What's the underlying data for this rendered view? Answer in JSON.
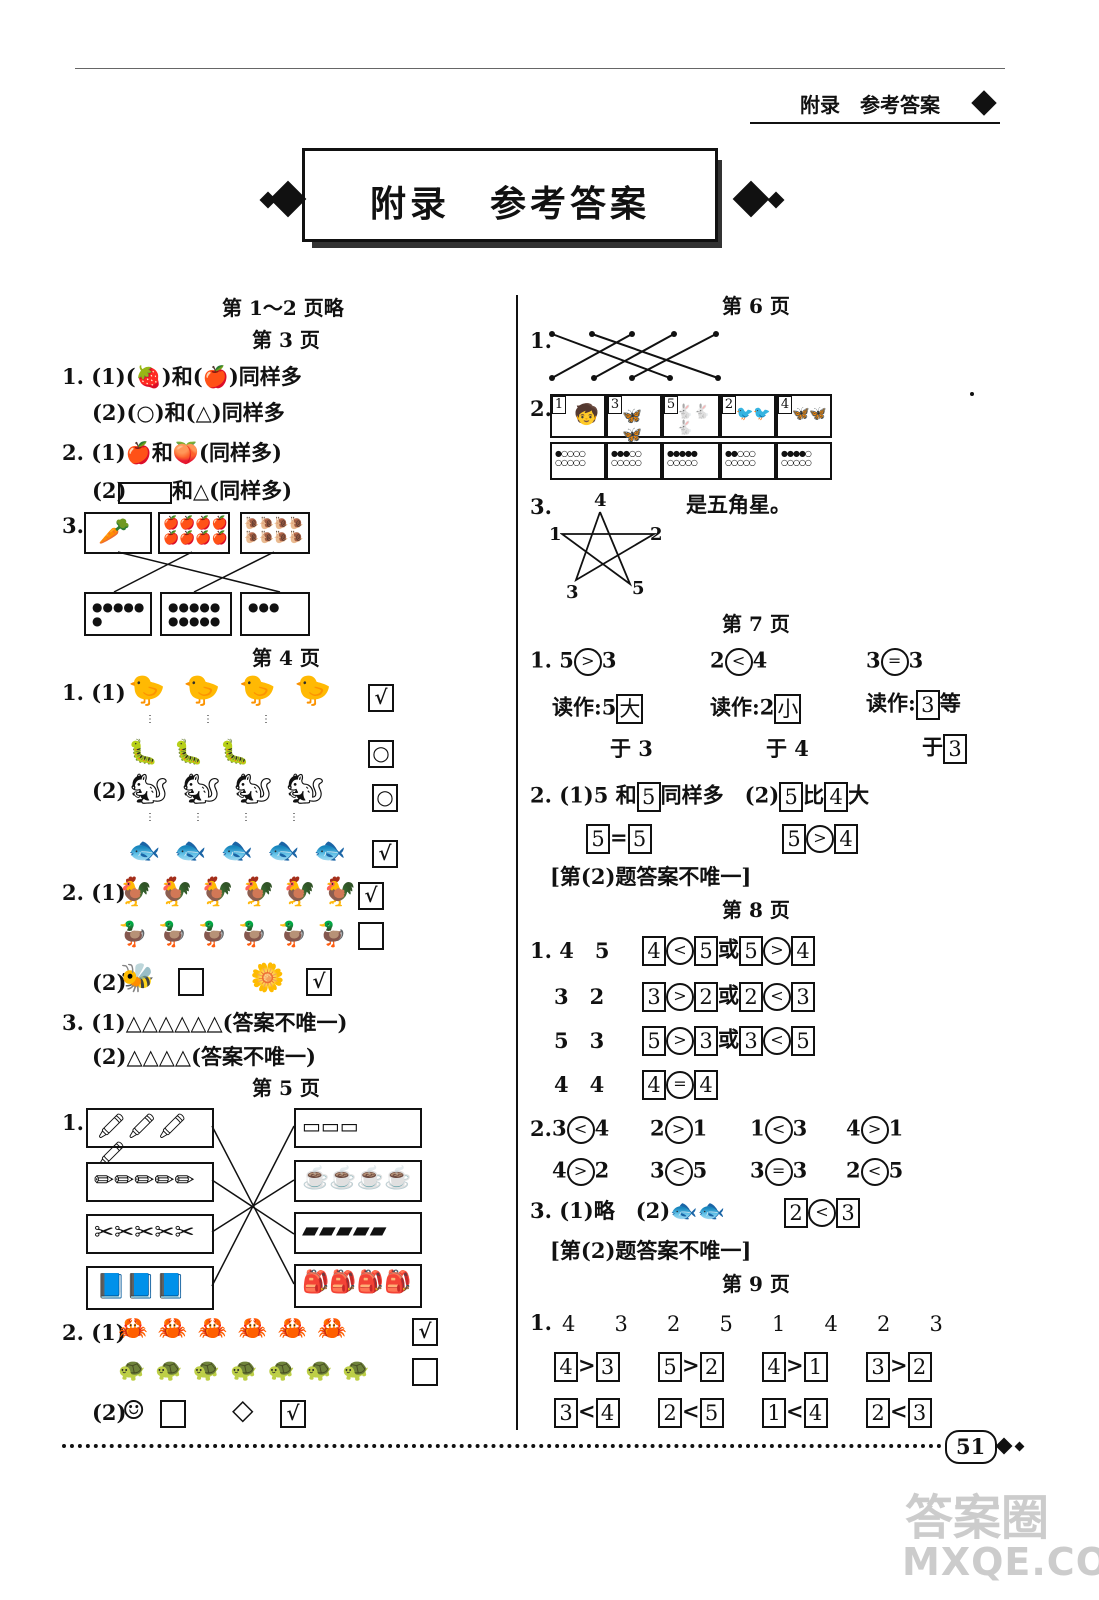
{
  "header": {
    "running_title": "附录　参考答案"
  },
  "banner": {
    "title": "附录　参考答案"
  },
  "left": {
    "p12": "第 1～2 页略",
    "p3": "第 3 页",
    "p3_q1a": "1. (1)(🍓)和(🍎)同样多",
    "p3_q1b": "(2)(○)和(△)同样多",
    "p3_q2a": "2. (1)🍎和🍑(同样多)",
    "p3_q2b_pre": "(2)",
    "p3_q2b_post": "和△(同样多)",
    "p3_q3": "3.",
    "p4": "第 4 页",
    "p4_q1": "1. (1)",
    "p4_q1_2": "(2)",
    "p4_q2": "2. (1)",
    "p4_q2_2": "(2)",
    "p4_q3a": "3. (1)△△△△△△(答案不唯一)",
    "p4_q3b": "(2)△△△△(答案不唯一)",
    "p5": "第 5 页",
    "p5_q1": "1.",
    "p5_q2": "2. (1)",
    "p5_q2_2": "(2)",
    "checks": [
      "√",
      "○",
      "○",
      "√",
      "√",
      "",
      "",
      "√",
      "√",
      "",
      "",
      "√"
    ]
  },
  "right": {
    "p6": "第 6 页",
    "p6_q1": "1.",
    "p6_q2": "2.",
    "p6_q2_nums": [
      "1",
      "3",
      "5",
      "2",
      "4"
    ],
    "p6_q3": "3.",
    "p6_q3_text": "是五角星。",
    "star_nums": [
      "4",
      "1",
      "2",
      "3",
      "5"
    ],
    "p7": "第 7 页",
    "p7_q1": [
      "1. 5",
      "3",
      "2",
      "4",
      "3",
      "3"
    ],
    "p7_q1_syms": [
      ">",
      "<",
      "="
    ],
    "read_label": "读作:",
    "p7_read": [
      [
        "5",
        "大",
        "于 3"
      ],
      [
        "2",
        "小",
        "于 4"
      ],
      [
        "3",
        "等",
        "于",
        "3"
      ]
    ],
    "p7_q2a": "2. (1)5 和",
    "p7_q2a_box": "5",
    "p7_q2a_post": "同样多　(2)",
    "p7_q2b_boxes": [
      "5",
      "4"
    ],
    "p7_q2b_mid": "比",
    "p7_q2b_post": "大",
    "p7_eq": [
      "5",
      "=",
      "5"
    ],
    "p7_cmp": [
      "5",
      ">",
      "4"
    ],
    "note": "[第(2)题答案不唯一]",
    "p8": "第 8 页",
    "p8_rows": [
      {
        "lbl": "1. 4　5",
        "a": [
          "4",
          "<",
          "5"
        ],
        "b": [
          "5",
          ">",
          "4"
        ]
      },
      {
        "lbl": "3　2",
        "a": [
          "3",
          ">",
          "2"
        ],
        "b": [
          "2",
          "<",
          "3"
        ]
      },
      {
        "lbl": "5　3",
        "a": [
          "5",
          ">",
          "3"
        ],
        "b": [
          "3",
          "<",
          "5"
        ]
      },
      {
        "lbl": "4　4",
        "a": [
          "4",
          "=",
          "4"
        ]
      }
    ],
    "or": "或",
    "p8_q2_lbl": "2.",
    "p8_q2": [
      [
        "3",
        "<",
        "4"
      ],
      [
        "2",
        ">",
        "1"
      ],
      [
        "1",
        "<",
        "3"
      ],
      [
        "4",
        ">",
        "1"
      ],
      [
        "4",
        ">",
        "2"
      ],
      [
        "3",
        "<",
        "5"
      ],
      [
        "3",
        "=",
        "3"
      ],
      [
        "2",
        "<",
        "5"
      ]
    ],
    "p8_q3": "3. (1)略　(2)",
    "p8_q3_cmp": [
      "2",
      "<",
      "3"
    ],
    "note2": "[第(2)题答案不唯一]",
    "p9": "第 9 页",
    "p9_q1": "1.",
    "p9_nums": [
      "4",
      "3",
      "2",
      "5",
      "1",
      "4",
      "2",
      "3"
    ],
    "p9_gt": [
      [
        "4",
        ">",
        "3"
      ],
      [
        "5",
        ">",
        "2"
      ],
      [
        "4",
        ">",
        "1"
      ],
      [
        "3",
        ">",
        "2"
      ]
    ],
    "p9_lt": [
      [
        "3",
        "<",
        "4"
      ],
      [
        "2",
        "<",
        "5"
      ],
      [
        "1",
        "<",
        "4"
      ],
      [
        "2",
        "<",
        "3"
      ]
    ]
  },
  "footer": {
    "page_number": "51"
  },
  "watermark": {
    "line1": "答案圈",
    "line2": "MXQE.COM"
  }
}
